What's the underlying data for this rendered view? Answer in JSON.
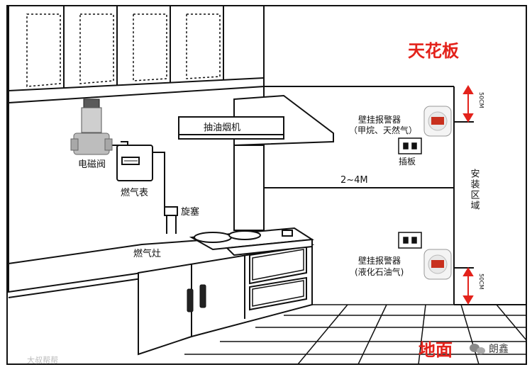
{
  "labels": {
    "ceiling": "天花板",
    "floor": "地面",
    "solenoid_valve": "电磁阀",
    "gas_meter": "燃气表",
    "range_hood": "抽油烟机",
    "plug": "旋塞",
    "gas_stove": "燃气灶",
    "alarm_top_line1": "壁挂报警器",
    "alarm_top_line2": "（甲烷、天然气）",
    "socket": "插板",
    "distance": "2~4M",
    "install_zone": "安装区域",
    "alarm_bottom_line1": "壁挂报警器",
    "alarm_bottom_line2": "(液化石油气)",
    "measure_top": "50CM",
    "measure_bottom": "50CM"
  },
  "watermark": {
    "left": "大叔帮帮",
    "right": "朗鑫"
  },
  "colors": {
    "line": "#111111",
    "accent": "#e3221b",
    "alarm_red": "#c8301e"
  }
}
